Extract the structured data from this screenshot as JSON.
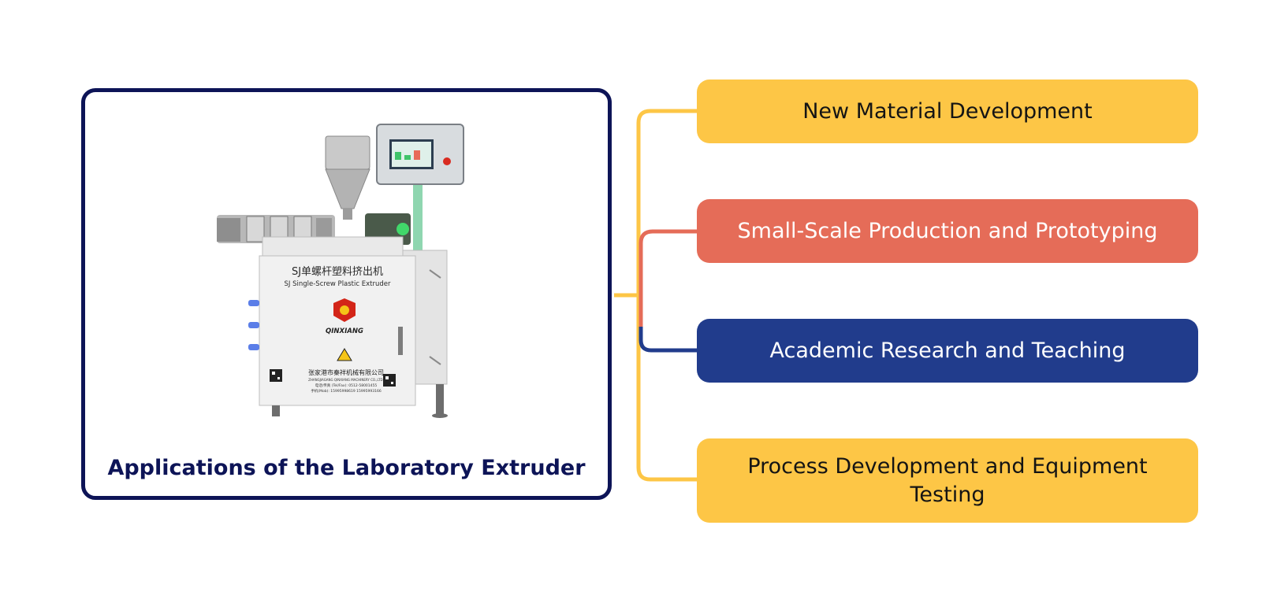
{
  "diagram": {
    "title": "Applications of the Laboratory Extruder",
    "applications": [
      {
        "label": "New Material Development",
        "color": "#fdc646"
      },
      {
        "label": "Small-Scale Production and Prototyping",
        "color": "#e56c58"
      },
      {
        "label": "Academic Research and Teaching",
        "color": "#213c8c"
      },
      {
        "label": "Process Development and Equipment Testing",
        "color": "#fdc646"
      }
    ]
  },
  "machine": {
    "panel_cn": "SJ单螺杆塑料挤出机",
    "panel_en": "SJ Single-Screw Plastic Extruder",
    "brand": "QINXIANG",
    "company_cn": "张家港市秦祥机械有限公司",
    "company_en": "ZHANGJIAGANG QINXIANG MACHINERY CO.,LTD.",
    "tel": "电话/传真 (Tel/Fax): 0512-58001455",
    "mob": "手机(Mob): 15995998619 15995993166"
  }
}
